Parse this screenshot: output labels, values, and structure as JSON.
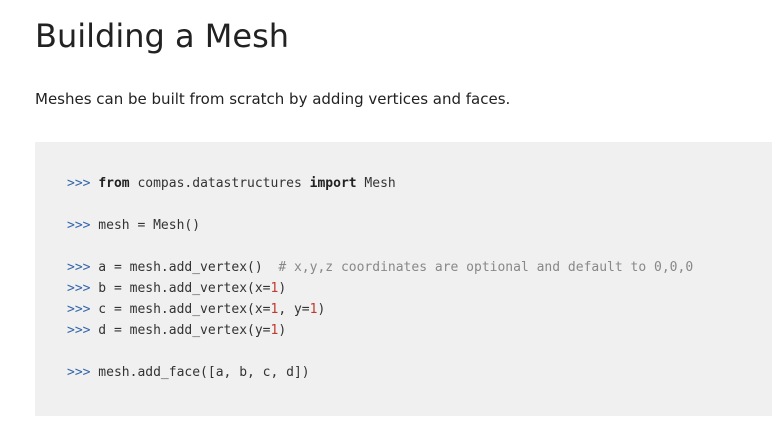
{
  "heading": "Building a Mesh",
  "intro": "Meshes can be built from scratch by adding vertices and faces.",
  "code": {
    "prompt": ">>>",
    "line1": {
      "kw1": "from",
      "module": " compas.datastructures ",
      "kw2": "import",
      "name": " Mesh"
    },
    "line2": {
      "text": " mesh = Mesh()"
    },
    "line3": {
      "text": " a = mesh.add_vertex()  ",
      "comment": "# x,y,z coordinates are optional and default to 0,0,0"
    },
    "line4": {
      "pre": " b = mesh.add_vertex(x=",
      "n1": "1",
      "post": ")"
    },
    "line5": {
      "pre": " c = mesh.add_vertex(x=",
      "n1": "1",
      "mid": ", y=",
      "n2": "1",
      "post": ")"
    },
    "line6": {
      "pre": " d = mesh.add_vertex(y=",
      "n1": "1",
      "post": ")"
    },
    "line7": {
      "text": " mesh.add_face([a, b, c, d])"
    }
  }
}
